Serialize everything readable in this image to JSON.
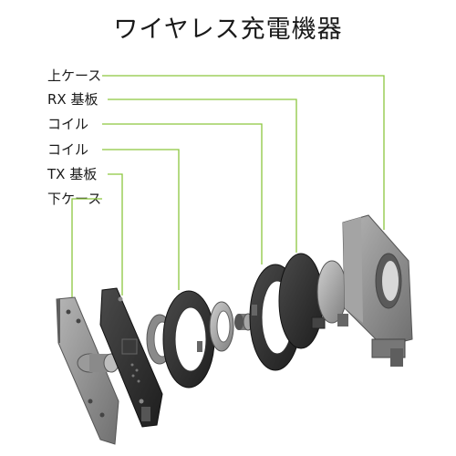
{
  "title": "ワイヤレス充電機器",
  "labels": [
    "上ケース",
    "RX 基板",
    "コイル",
    "コイル",
    "TX 基板",
    "下ケース"
  ],
  "colors": {
    "leader": "#8cc63f",
    "part_dark": "#2b2b2b",
    "part_gray": "#8a8a8a",
    "text": "#1a1a1a"
  }
}
